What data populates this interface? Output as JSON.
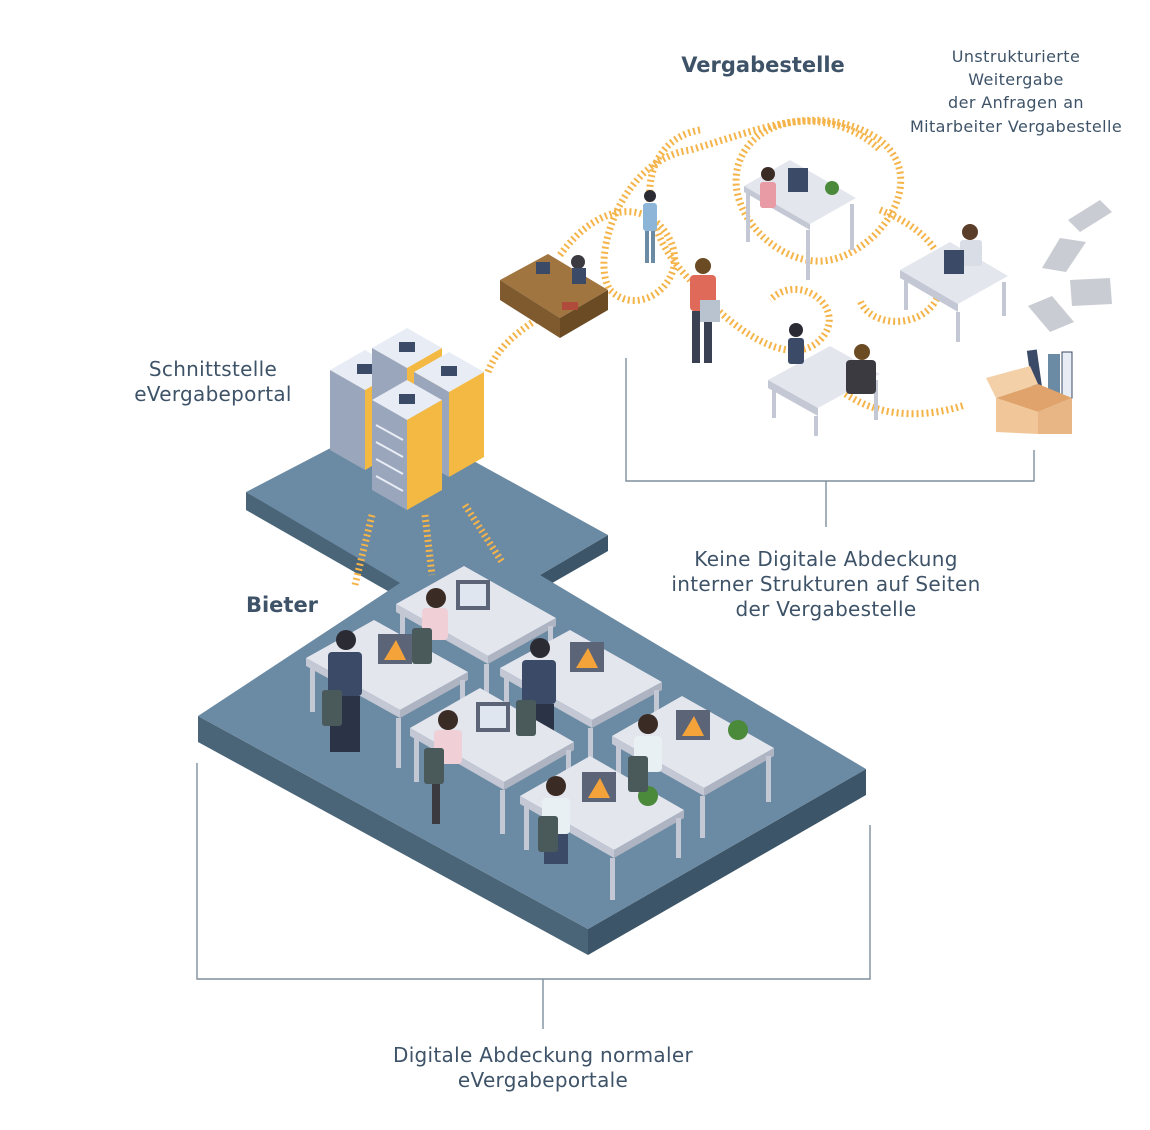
{
  "labels": {
    "vergabestelle": "Vergabestelle",
    "unstrukturiert": "Unstrukturierte\nWeitergabe\nder Anfragen an\nMitarbeiter Vergabestelle",
    "schnittstelle": "Schnittstelle\neVergabeportal",
    "bieter": "Bieter",
    "keine_digitale": "Keine Digitale Abdeckung\ninterner Strukturen auf Seiten\nder Vergabestelle",
    "digitale": "Digitale Abdeckung normaler\neVergabeportale"
  },
  "colors": {
    "platform_top": "#6b8aa3",
    "platform_side": "#4a6478",
    "desk_top": "#e4e6ee",
    "flow_orange": "#f5b44a",
    "text": "#3e5368",
    "bracket": "#7e8e9c"
  }
}
